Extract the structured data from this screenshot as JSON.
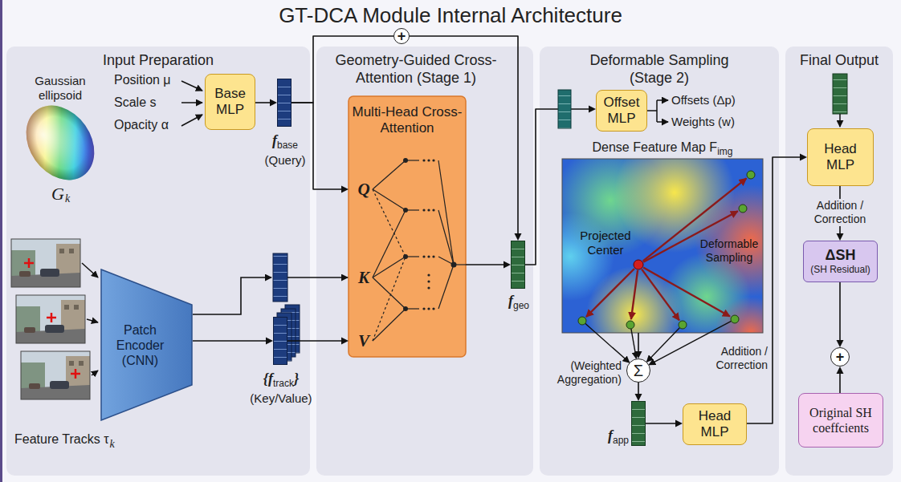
{
  "diagram": {
    "title": "GT-DCA Module Internal Architecture",
    "nodes": [
      {
        "text": [
          "Input Preparation"
        ]
      },
      {
        "text": [
          "Base MLP"
        ],
        "in": 0
      },
      {
        "text": [
          "f",
          "base",
          "(Query)"
        ],
        "in": 0
      },
      {
        "text": [
          "Patch Encoder (CNN)"
        ],
        "in": 0
      },
      {
        "text": [
          "{f",
          "track",
          "}",
          "(Key/Value)"
        ],
        "in": 0
      },
      {
        "text": [
          "Geometry-Guided Cross-Attention (Stage 1)"
        ]
      },
      {
        "text": [
          "Multi-Head Cross-Attention",
          "Q",
          "K",
          "V"
        ],
        "in": 5
      },
      {
        "text": [
          "+"
        ]
      },
      {
        "text": [
          "f",
          "geo"
        ],
        "in": 5
      },
      {
        "text": [
          "Deformable Sampling (Stage 2)"
        ]
      },
      {
        "text": [
          "Offset MLP"
        ],
        "in": 9
      },
      {
        "text": [
          "Dense Feature Map F",
          "img",
          "Projected Center",
          "Deformable Sampling"
        ],
        "in": 9
      },
      {
        "text": [
          "Σ"
        ],
        "in": 9
      },
      {
        "text": [
          "f",
          "app"
        ],
        "in": 9
      },
      {
        "text": [
          "Head MLP"
        ],
        "in": 9
      },
      {
        "text": [
          "Final Output"
        ]
      },
      {
        "text": [
          "Head MLP"
        ],
        "in": 15
      },
      {
        "text": [
          "ΔSH",
          "(SH Residual)"
        ],
        "in": 15
      },
      {
        "text": [
          "+"
        ],
        "in": 15
      },
      {
        "text": [
          "Original SH coeffcients"
        ],
        "in": 15
      }
    ],
    "edges": [
      {
        "from": 1,
        "to": 2,
        "arrow": "to"
      },
      {
        "from": 2,
        "to": 6,
        "arrow": "to"
      },
      {
        "from": 2,
        "to": 7,
        "arrow": "none"
      },
      {
        "from": 7,
        "to": 8,
        "arrow": "to"
      },
      {
        "from": 3,
        "to": 4,
        "arrow": "to"
      },
      {
        "from": 4,
        "to": 6,
        "arrow": "to"
      },
      {
        "from": 6,
        "to": 8,
        "arrow": "to"
      },
      {
        "from": 8,
        "to": 10,
        "arrow": "to"
      },
      {
        "from": 11,
        "to": 12,
        "arrow": "to"
      },
      {
        "from": 12,
        "to": 13,
        "arrow": "to"
      },
      {
        "from": 13,
        "to": 14,
        "arrow": "to"
      },
      {
        "from": 14,
        "to": 16,
        "arrow": "to"
      },
      {
        "from": 16,
        "to": 17,
        "arrow": "to"
      },
      {
        "from": 17,
        "to": 18,
        "arrow": "to"
      },
      {
        "from": 19,
        "to": 18,
        "arrow": "to"
      }
    ],
    "labels": [
      "Gaussian ellipsoid",
      "G",
      "k",
      "Position μ",
      "Scale s",
      "Opacity α",
      "Feature Tracks τ",
      "k",
      "Offsets (Δp)",
      "Weights (w)",
      "(Weighted Aggregation)",
      "Addition / Correction",
      "Addition / Correction"
    ]
  }
}
